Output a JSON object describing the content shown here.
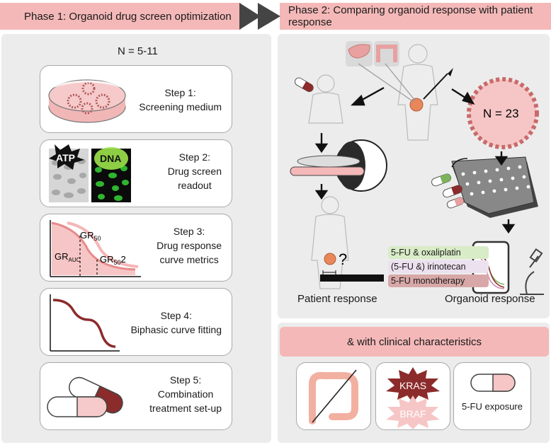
{
  "phase1": {
    "title": "Phase 1: Organoid drug screen optimization",
    "n_label": "N = 5-11"
  },
  "phase2": {
    "title": "Phase 2: Comparing organoid response with patient response",
    "n_label": "N = 23"
  },
  "steps": [
    {
      "title": "Step 1:",
      "desc": [
        "Screening medium"
      ]
    },
    {
      "title": "Step 2:",
      "desc": [
        "Drug screen",
        "readout"
      ]
    },
    {
      "title": "Step 3:",
      "desc": [
        "Drug response",
        "curve metrics"
      ]
    },
    {
      "title": "Step 4:",
      "desc": [
        "Biphasic curve fitting"
      ]
    },
    {
      "title": "Step 5:",
      "desc": [
        "Combination",
        "treatment set-up"
      ]
    }
  ],
  "step2_labels": {
    "atp": "ATP",
    "dna": "DNA"
  },
  "step3_labels": {
    "gr50": "GR",
    "gr50_sub": "50",
    "grauc": "GR",
    "grauc_sub": "AUC",
    "gr50_2": "GR",
    "gr50_2_sub": "50",
    "gr50_2_suffix": "2"
  },
  "patient_response": {
    "label": "Patient response",
    "question": "?"
  },
  "organoid_response": {
    "label": "Organoid response"
  },
  "treatments": [
    "5-FU & oxaliplatin",
    "(5-FU &) irinotecan",
    "5-FU monotherapy"
  ],
  "clinical": {
    "title": "& with clinical characteristics",
    "kras": "KRAS",
    "braf": "BRAF",
    "exposure": "5-FU exposure"
  },
  "colors": {
    "phase_bar": "#f4b8b8",
    "panel": "#ececec",
    "pink": "#f2b6b6",
    "dark_red": "#8c2b2b",
    "green": "#d8ecc7",
    "lavender": "#ece1ee",
    "mauve": "#d8a8a8"
  }
}
